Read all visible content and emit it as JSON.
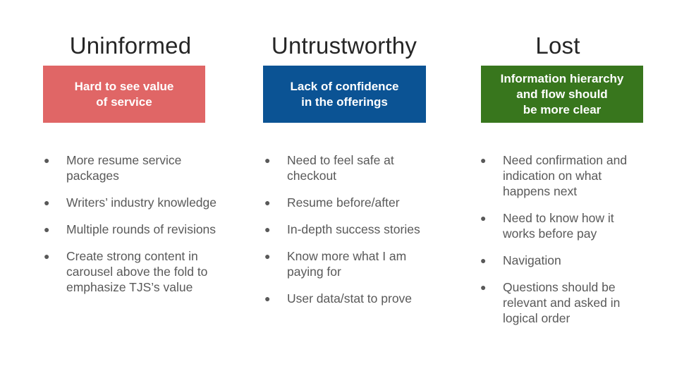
{
  "columns": [
    {
      "title": "Uninformed",
      "box_text": "Hard to see value\nof service",
      "color": "#e06666",
      "bullets": [
        "More resume service packages",
        "Writers’ industry knowledge",
        "Multiple rounds of revisions",
        "Create strong content in carousel above the fold to emphasize TJS’s value"
      ]
    },
    {
      "title": "Untrustworthy",
      "box_text": "Lack of confidence\nin the offerings",
      "color": "#0b5394",
      "bullets": [
        "Need to feel safe at checkout",
        "Resume before/after",
        "In-depth success stories",
        "Know more what I am paying for",
        "User data/stat to prove"
      ]
    },
    {
      "title": "Lost",
      "box_text": "Information hierarchy\nand flow should\nbe more clear",
      "color": "#38761d",
      "bullets": [
        "Need confirmation and indication on what happens next",
        "Need to know how it works before pay",
        "Navigation",
        "Questions should be relevant and asked in logical order"
      ]
    }
  ],
  "bullet_glyph": "●"
}
